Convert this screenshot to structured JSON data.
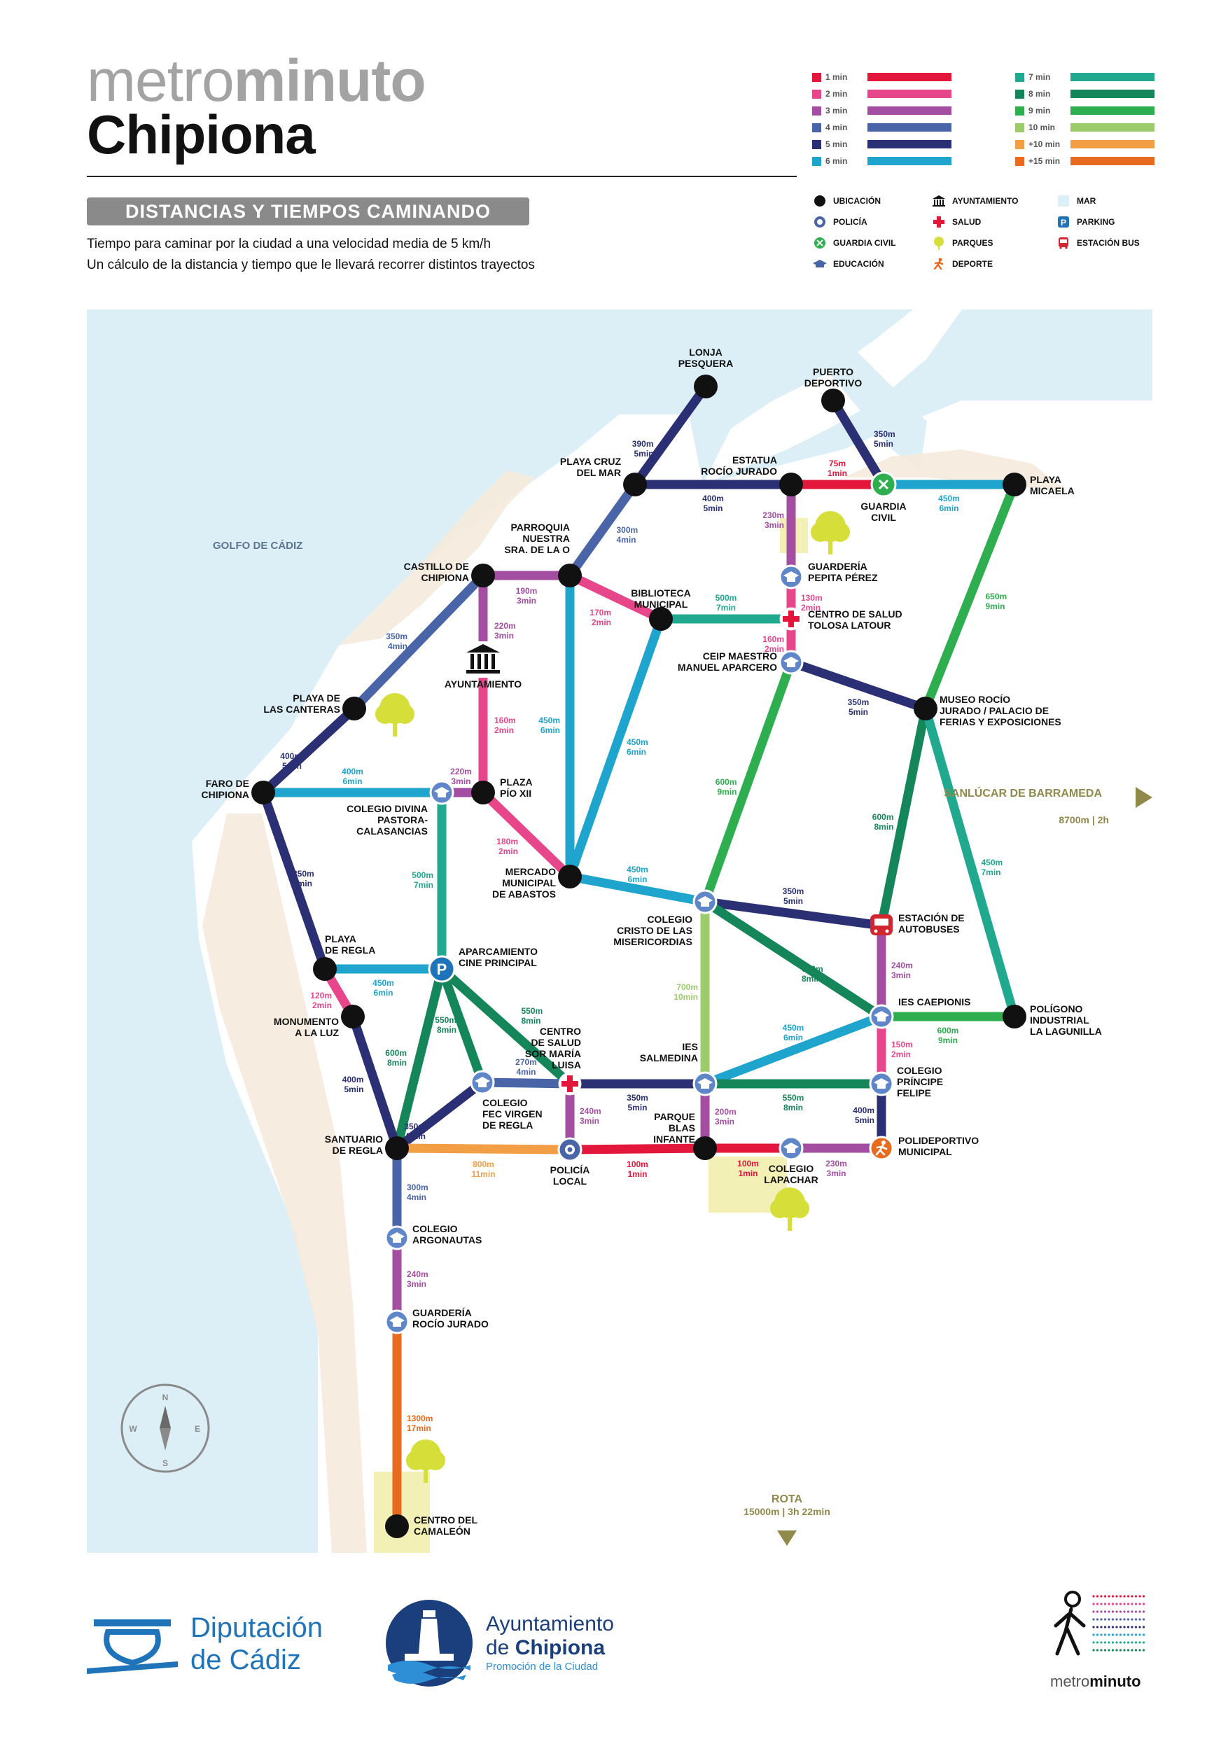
{
  "header": {
    "title_light": "metro",
    "title_bold": "minuto",
    "city": "Chipiona",
    "subtitle": "DISTANCIAS Y TIEMPOS CAMINANDO",
    "description_1": "Tiempo para caminar por la ciudad a una velocidad media de 5 km/h",
    "description_2": "Un cálculo de la distancia y tiempo que le llevará recorrer distintos trayectos"
  },
  "time_legend": [
    {
      "label": "1 min",
      "color": "#e3163c"
    },
    {
      "label": "2 min",
      "color": "#e8468a"
    },
    {
      "label": "3 min",
      "color": "#a44ea2"
    },
    {
      "label": "4 min",
      "color": "#4a64a8"
    },
    {
      "label": "5 min",
      "color": "#2b2f73"
    },
    {
      "label": "6 min",
      "color": "#1ea4cd"
    },
    {
      "label": "7 min",
      "color": "#20a98f"
    },
    {
      "label": "8 min",
      "color": "#15865a"
    },
    {
      "label": "9 min",
      "color": "#2fae4f"
    },
    {
      "label": "10 min",
      "color": "#9ccb6b"
    },
    {
      "label": "+10 min",
      "color": "#f29e44"
    },
    {
      "label": "+15 min",
      "color": "#e86a1f"
    }
  ],
  "symbol_legend": [
    {
      "label": "UBICACIÓN",
      "icon": "location-dot-icon"
    },
    {
      "label": "POLICÍA",
      "icon": "police-badge-icon"
    },
    {
      "label": "GUARDIA CIVIL",
      "icon": "guardia-civil-icon"
    },
    {
      "label": "EDUCACIÓN",
      "icon": "graduation-cap-icon"
    },
    {
      "label": "AYUNTAMIENTO",
      "icon": "town-hall-icon"
    },
    {
      "label": "SALUD",
      "icon": "health-cross-icon"
    },
    {
      "label": "PARQUES",
      "icon": "tree-icon"
    },
    {
      "label": "DEPORTE",
      "icon": "runner-icon"
    },
    {
      "label": "MAR",
      "icon": "sea-swatch-icon"
    },
    {
      "label": "PARKING",
      "icon": "parking-icon"
    },
    {
      "label": "ESTACIÓN BUS",
      "icon": "bus-icon"
    }
  ],
  "map": {
    "sea_label": "GOLFO DE CÁDIZ",
    "destinations": [
      {
        "name": "SANLÚCAR DE BARRAMEDA",
        "distance": "8700m | 2h"
      },
      {
        "name": "ROTA",
        "distance": "15000m | 3h 22min"
      }
    ],
    "compass": {
      "n": "N",
      "s": "S",
      "e": "E",
      "w": "W"
    },
    "stations": [
      {
        "id": "lonja",
        "lines": [
          "LONJA",
          "PESQUERA"
        ]
      },
      {
        "id": "puerto",
        "lines": [
          "PUERTO",
          "DEPORTIVO"
        ]
      },
      {
        "id": "playacruz",
        "lines": [
          "PLAYA CRUZ",
          "DEL MAR"
        ]
      },
      {
        "id": "estatua",
        "lines": [
          "ESTATUA",
          "ROCÍO JURADO"
        ]
      },
      {
        "id": "guardia",
        "lines": [
          "GUARDIA",
          "CIVIL"
        ]
      },
      {
        "id": "micaela",
        "lines": [
          "PLAYA",
          "MICAELA"
        ]
      },
      {
        "id": "castillo",
        "lines": [
          "CASTILLO DE",
          "CHIPIONA"
        ]
      },
      {
        "id": "parroquia",
        "lines": [
          "PARROQUIA",
          "NUESTRA",
          "SRA. DE LA O"
        ]
      },
      {
        "id": "pepita",
        "lines": [
          "GUARDERÍA",
          "PEPITA PÉREZ"
        ]
      },
      {
        "id": "biblioteca",
        "lines": [
          "BIBLIOTECA",
          "MUNICIPAL"
        ]
      },
      {
        "id": "centrosalud",
        "lines": [
          "CENTRO DE SALUD",
          "TOLOSA LATOUR"
        ]
      },
      {
        "id": "ayuntamiento",
        "lines": [
          "AYUNTAMIENTO"
        ]
      },
      {
        "id": "ceip",
        "lines": [
          "CEIP MAESTRO",
          "MANUEL APARCERO"
        ]
      },
      {
        "id": "canteras",
        "lines": [
          "PLAYA DE",
          "LAS CANTERAS"
        ]
      },
      {
        "id": "museo",
        "lines": [
          "MUSEO ROCÍO",
          "JURADO / PALACIO DE",
          "FERIAS Y EXPOSICIONES"
        ]
      },
      {
        "id": "faro",
        "lines": [
          "FARO DE",
          "CHIPIONA"
        ]
      },
      {
        "id": "divina",
        "lines": [
          "COLEGIO DIVINA",
          "PASTORA-",
          "CALASANCIAS"
        ]
      },
      {
        "id": "piox",
        "lines": [
          "PLAZA",
          "PÍO XII"
        ]
      },
      {
        "id": "mercado",
        "lines": [
          "MERCADO",
          "MUNICIPAL",
          "DE ABASTOS"
        ]
      },
      {
        "id": "cristo",
        "lines": [
          "COLEGIO",
          "CRISTO DE LAS",
          "MISERICORDIAS"
        ]
      },
      {
        "id": "estbus",
        "lines": [
          "ESTACIÓN DE",
          "AUTOBUSES"
        ]
      },
      {
        "id": "playaregla",
        "lines": [
          "PLAYA",
          "DE REGLA"
        ]
      },
      {
        "id": "aparcamiento",
        "lines": [
          "APARCAMIENTO",
          "CINE PRINCIPAL"
        ]
      },
      {
        "id": "caepionis",
        "lines": [
          "IES CAEPIONIS"
        ]
      },
      {
        "id": "lagunilla",
        "lines": [
          "POLÍGONO",
          "INDUSTRIAL",
          "LA LAGUNILLA"
        ]
      },
      {
        "id": "monumento",
        "lines": [
          "MONUMENTO",
          "A LA LUZ"
        ]
      },
      {
        "id": "sormaria",
        "lines": [
          "CENTRO",
          "DE SALUD",
          "SOR MARÍA",
          "LUISA"
        ]
      },
      {
        "id": "fecvirgen",
        "lines": [
          "COLEGIO",
          "FEC VIRGEN",
          "DE REGLA"
        ]
      },
      {
        "id": "salmedina",
        "lines": [
          "IES",
          "SALMEDINA"
        ]
      },
      {
        "id": "principe",
        "lines": [
          "COLEGIO",
          "PRÍNCIPE",
          "FELIPE"
        ]
      },
      {
        "id": "santuario",
        "lines": [
          "SANTUARIO",
          "DE REGLA"
        ]
      },
      {
        "id": "policia",
        "lines": [
          "POLICÍA",
          "LOCAL"
        ]
      },
      {
        "id": "blasinfante",
        "lines": [
          "PARQUE",
          "BLAS",
          "INFANTE"
        ]
      },
      {
        "id": "lapachar",
        "lines": [
          "COLEGIO",
          "LAPACHAR"
        ]
      },
      {
        "id": "polideportivo",
        "lines": [
          "POLIDEPORTIVO",
          "MUNICIPAL"
        ]
      },
      {
        "id": "argonautas",
        "lines": [
          "COLEGIO",
          "ARGONAUTAS"
        ]
      },
      {
        "id": "guarderiarocio",
        "lines": [
          "GUARDERÍA",
          "ROCÍO JURADO"
        ]
      },
      {
        "id": "camaleon",
        "lines": [
          "CENTRO DEL",
          "CAMALEÓN"
        ]
      }
    ],
    "segments": [
      {
        "from": "lonja",
        "to": "playacruz",
        "dist": "390m",
        "time": "5min",
        "minutes": 5
      },
      {
        "from": "playacruz",
        "to": "estatua",
        "dist": "400m",
        "time": "5min",
        "minutes": 5
      },
      {
        "from": "estatua",
        "to": "guardia",
        "dist": "75m",
        "time": "1min",
        "minutes": 1
      },
      {
        "from": "puerto",
        "to": "guardia",
        "dist": "350m",
        "time": "5min",
        "minutes": 5
      },
      {
        "from": "guardia",
        "to": "micaela",
        "dist": "450m",
        "time": "6min",
        "minutes": 6
      },
      {
        "from": "playacruz",
        "to": "parroquia",
        "dist": "300m",
        "time": "4min",
        "minutes": 4
      },
      {
        "from": "estatua",
        "to": "pepita",
        "dist": "230m",
        "time": "3min",
        "minutes": 3
      },
      {
        "from": "micaela",
        "to": "museo",
        "dist": "650m",
        "time": "9min",
        "minutes": 9
      },
      {
        "from": "castillo",
        "to": "parroquia",
        "dist": "190m",
        "time": "3min",
        "minutes": 3
      },
      {
        "from": "parroquia",
        "to": "biblioteca",
        "dist": "170m",
        "time": "2min",
        "minutes": 2
      },
      {
        "from": "biblioteca",
        "to": "centrosalud",
        "dist": "500m",
        "time": "7min",
        "minutes": 7
      },
      {
        "from": "pepita",
        "to": "centrosalud",
        "dist": "130m",
        "time": "2min",
        "minutes": 2
      },
      {
        "from": "centrosalud",
        "to": "ceip",
        "dist": "160m",
        "time": "2min",
        "minutes": 2
      },
      {
        "from": "castillo",
        "to": "ayuntamiento",
        "dist": "220m",
        "time": "3min",
        "minutes": 3
      },
      {
        "from": "castillo",
        "to": "canteras",
        "dist": "350m",
        "time": "4min",
        "minutes": 4
      },
      {
        "from": "parroquia",
        "to": "mercado",
        "dist": "450m",
        "time": "6min",
        "minutes": 6
      },
      {
        "from": "biblioteca",
        "to": "mercado",
        "dist": "450m",
        "time": "6min",
        "minutes": 6
      },
      {
        "from": "ceip",
        "to": "museo",
        "dist": "350m",
        "time": "5min",
        "minutes": 5
      },
      {
        "from": "ayuntamiento",
        "to": "piox",
        "dist": "160m",
        "time": "2min",
        "minutes": 2
      },
      {
        "from": "canteras",
        "to": "faro",
        "dist": "400m",
        "time": "5min",
        "minutes": 5
      },
      {
        "from": "ceip",
        "to": "cristo",
        "dist": "600m",
        "time": "9min",
        "minutes": 9
      },
      {
        "from": "museo",
        "to": "estbus",
        "dist": "600m",
        "time": "8min",
        "minutes": 8
      },
      {
        "from": "museo",
        "to": "lagunilla",
        "dist": "450m",
        "time": "7min",
        "minutes": 7
      },
      {
        "from": "faro",
        "to": "divina",
        "dist": "400m",
        "time": "6min",
        "minutes": 6
      },
      {
        "from": "divina",
        "to": "piox",
        "dist": "220m",
        "time": "3min",
        "minutes": 3
      },
      {
        "from": "piox",
        "to": "mercado",
        "dist": "180m",
        "time": "2min",
        "minutes": 2
      },
      {
        "from": "mercado",
        "to": "cristo",
        "dist": "450m",
        "time": "6min",
        "minutes": 6
      },
      {
        "from": "cristo",
        "to": "estbus",
        "dist": "350m",
        "time": "5min",
        "minutes": 5
      },
      {
        "from": "faro",
        "to": "playaregla",
        "dist": "350m",
        "time": "5min",
        "minutes": 5
      },
      {
        "from": "divina",
        "to": "aparcamiento",
        "dist": "500m",
        "time": "7min",
        "minutes": 7
      },
      {
        "from": "cristo",
        "to": "caepionis",
        "dist": "600m",
        "time": "8min",
        "minutes": 8
      },
      {
        "from": "cristo",
        "to": "salmedina",
        "dist": "700m",
        "time": "10min",
        "minutes": 10
      },
      {
        "from": "estbus",
        "to": "caepionis",
        "dist": "240m",
        "time": "3min",
        "minutes": 3
      },
      {
        "from": "playaregla",
        "to": "aparcamiento",
        "dist": "450m",
        "time": "6min",
        "minutes": 6
      },
      {
        "from": "playaregla",
        "to": "monumento",
        "dist": "120m",
        "time": "2min",
        "minutes": 2
      },
      {
        "from": "aparcamiento",
        "to": "sormaria",
        "dist": "550m",
        "time": "8min",
        "minutes": 8
      },
      {
        "from": "aparcamiento",
        "to": "santuario",
        "dist": "600m",
        "time": "8min",
        "minutes": 8
      },
      {
        "from": "aparcamiento",
        "to": "fecvirgen",
        "dist": "550m",
        "time": "8min",
        "minutes": 8
      },
      {
        "from": "caepionis",
        "to": "lagunilla",
        "dist": "600m",
        "time": "9min",
        "minutes": 9
      },
      {
        "from": "caepionis",
        "to": "salmedina",
        "dist": "450m",
        "time": "6min",
        "minutes": 6
      },
      {
        "from": "caepionis",
        "to": "principe",
        "dist": "150m",
        "time": "2min",
        "minutes": 2
      },
      {
        "from": "fecvirgen",
        "to": "sormaria",
        "dist": "270m",
        "time": "4min",
        "minutes": 4
      },
      {
        "from": "sormaria",
        "to": "salmedina",
        "dist": "350m",
        "time": "5min",
        "minutes": 5
      },
      {
        "from": "salmedina",
        "to": "principe",
        "dist": "550m",
        "time": "8min",
        "minutes": 8
      },
      {
        "from": "monumento",
        "to": "santuario",
        "dist": "400m",
        "time": "5min",
        "minutes": 5
      },
      {
        "from": "fecvirgen",
        "to": "santuario",
        "dist": "350m",
        "time": "5min",
        "minutes": 5
      },
      {
        "from": "sormaria",
        "to": "policia",
        "dist": "240m",
        "time": "3min",
        "minutes": 3
      },
      {
        "from": "salmedina",
        "to": "blasinfante",
        "dist": "200m",
        "time": "3min",
        "minutes": 3
      },
      {
        "from": "principe",
        "to": "polideportivo",
        "dist": "400m",
        "time": "5min",
        "minutes": 5
      },
      {
        "from": "santuario",
        "to": "policia",
        "dist": "800m",
        "time": "11min",
        "minutes": 11
      },
      {
        "from": "policia",
        "to": "blasinfante",
        "dist": "100m",
        "time": "1min",
        "minutes": 1
      },
      {
        "from": "blasinfante",
        "to": "lapachar",
        "dist": "100m",
        "time": "1min",
        "minutes": 1
      },
      {
        "from": "lapachar",
        "to": "polideportivo",
        "dist": "230m",
        "time": "3min",
        "minutes": 3
      },
      {
        "from": "santuario",
        "to": "argonautas",
        "dist": "300m",
        "time": "4min",
        "minutes": 4
      },
      {
        "from": "argonautas",
        "to": "guarderiarocio",
        "dist": "240m",
        "time": "3min",
        "minutes": 3
      },
      {
        "from": "guarderiarocio",
        "to": "camaleon",
        "dist": "1300m",
        "time": "17min",
        "minutes": 17
      }
    ]
  },
  "footer": {
    "diputacion_1": "Diputación",
    "diputacion_2": "de Cádiz",
    "ayto_1": "Ayuntamiento",
    "ayto_2_prefix": "de ",
    "ayto_2_bold": "Chipiona",
    "ayto_3": "Promoción de la Ciudad",
    "mm_light": "metro",
    "mm_bold": "minuto"
  }
}
